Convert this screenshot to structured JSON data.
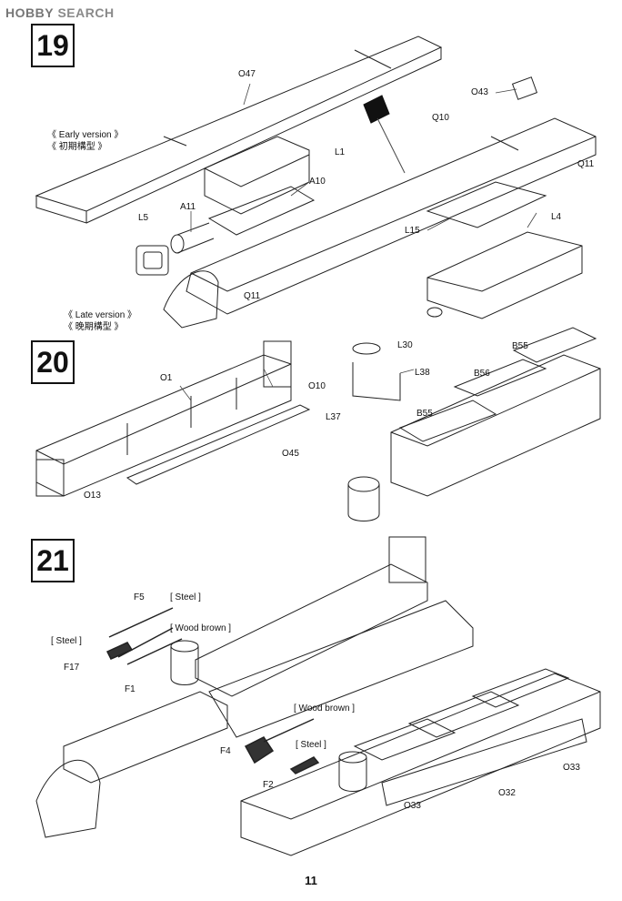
{
  "watermark": {
    "brand": "HOBBY",
    "suffix": "SEARCH"
  },
  "steps": [
    {
      "number": "19"
    },
    {
      "number": "20"
    },
    {
      "number": "21"
    }
  ],
  "step19": {
    "early_version_en": "《 Early version 》",
    "early_version_jp": "《 初期構型 》",
    "late_version_en": "《 Late version 》",
    "late_version_jp": "《 晚期構型 》",
    "parts": [
      "O47",
      "O43",
      "Q10",
      "L1",
      "Q11",
      "A10",
      "A11",
      "L5",
      "L4",
      "L15",
      "Q11"
    ]
  },
  "step20": {
    "parts": [
      "L30",
      "L38",
      "B55",
      "B56",
      "O1",
      "O10",
      "L37",
      "B55",
      "O45",
      "O13"
    ]
  },
  "step21": {
    "parts": [
      "F5",
      "F17",
      "F1",
      "F4",
      "F2",
      "O33",
      "O32",
      "O33"
    ],
    "paint_steel": "[ Steel ]",
    "paint_wood": "[ Wood brown ]"
  },
  "page_number": "11"
}
